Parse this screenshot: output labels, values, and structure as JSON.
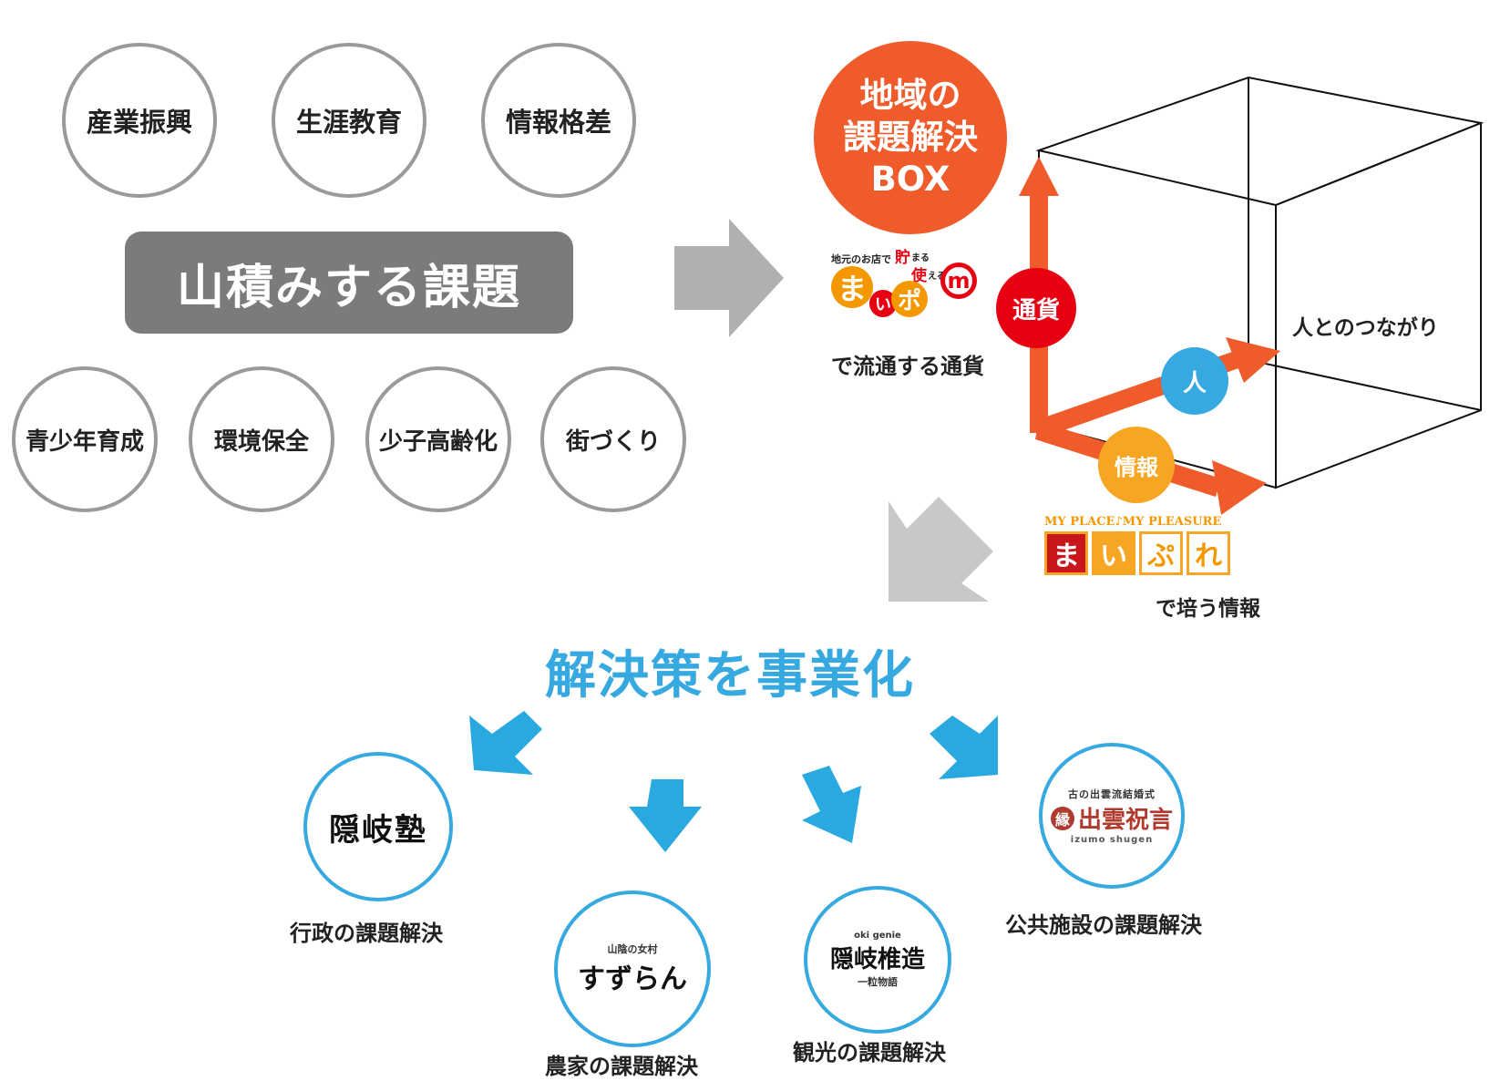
{
  "issues_top": [
    "産業振興",
    "生涯教育",
    "情報格差"
  ],
  "banner": "山積みする課題",
  "issues_bottom": [
    "青少年育成",
    "環境保全",
    "少子高齢化",
    "街づくり"
  ],
  "box_title": {
    "line1": "地域の",
    "line2": "課題解決",
    "line3": "BOX"
  },
  "maipo": {
    "tagline_prefix": "地元のお店で",
    "tagline_chars": [
      "貯",
      "まる",
      "使",
      "える"
    ],
    "chars": [
      "ま",
      "い",
      "ポ"
    ],
    "symbol": "m",
    "caption": "で流通する通貨"
  },
  "axes": {
    "currency": "通貨",
    "people": "人",
    "info": "情報"
  },
  "connection_label": "人とのつながり",
  "maipure": {
    "tagline": "MY PLACE♪MY PLEASURE",
    "chars": [
      "ま",
      "い",
      "ぷ",
      "れ"
    ],
    "caption": "で培う情報"
  },
  "headline": "解決策を事業化",
  "solutions": [
    {
      "logo": "隠岐塾",
      "caption": "行政の課題解決"
    },
    {
      "logo_small": "山陰の女村",
      "logo": "すずらん",
      "caption": "農家の課題解決"
    },
    {
      "logo_small": "oki genie",
      "logo": "隠岐椎造",
      "logo_sub": "一粒物語",
      "caption": "観光の課題解決"
    },
    {
      "logo_small": "古の出雲流結婚式",
      "logo_mark": "縁",
      "logo": "出雲祝言",
      "logo_sub": "izumo shugen",
      "caption": "公共施設の課題解決"
    }
  ],
  "colors": {
    "orange": "#ef5b2a",
    "red": "#e60012",
    "blue": "#35a9e0",
    "amber": "#f6a623",
    "gray": "#9a9a9a"
  }
}
